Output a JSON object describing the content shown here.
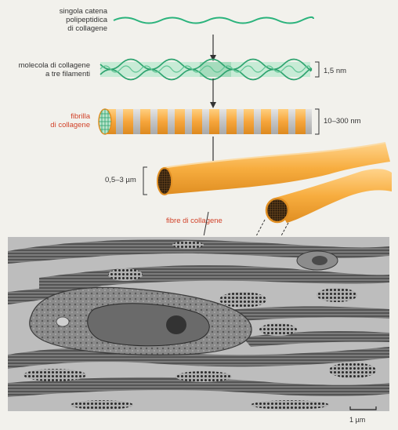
{
  "labels": {
    "single_chain": [
      "singola catena",
      "polipeptidica",
      "di collagene"
    ],
    "molecule": [
      "molecola di collagene",
      "a tre filamenti"
    ],
    "fibril": [
      "fibrilla",
      "di collagene"
    ],
    "fibers": "fibre di collagene"
  },
  "dimensions": {
    "molecule": "1,5 nm",
    "fibril": "10–300 nm",
    "fiber": "0,5–3 µm",
    "scale_bar": "1 µm"
  },
  "colors": {
    "chain": "#2bb37c",
    "molecule_fill": "#b9e4cb",
    "fibril_orange": "#f6a53b",
    "fibril_band": "#c9c9c9",
    "fiber": "#f7ad3f",
    "label_accent": "#d2432a",
    "micrograph_bg": "#bdbdbd"
  }
}
